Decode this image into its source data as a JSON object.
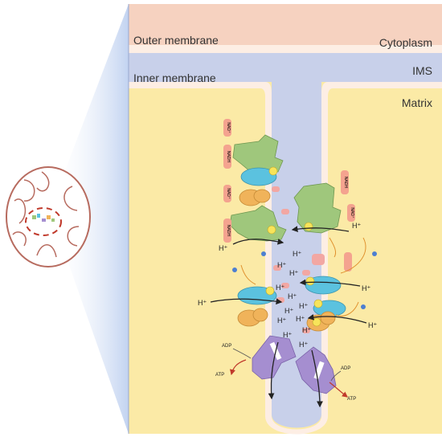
{
  "labels": {
    "outer_membrane": "Outer membrane",
    "inner_membrane": "Inner membrane",
    "cytoplasm": "Cytoplasm",
    "ims": "IMS",
    "matrix": "Matrix"
  },
  "proton": "H⁺",
  "molecules": {
    "nad_plus": "NAD⁺",
    "nadh": "NADH",
    "adp": "ADP",
    "atp": "ATP"
  },
  "colors": {
    "cytoplasm": "#f6d2c0",
    "ims": "#c8d0ea",
    "matrix": "#fbeaa6",
    "membrane": "#fdeee4",
    "complex_I": "#9fc77c",
    "complex_II": "#5bc2df",
    "complex_III": "#f0b35a",
    "atp_synthase": "#a58ed0",
    "cyt_c": "#f2a7a3"
  }
}
